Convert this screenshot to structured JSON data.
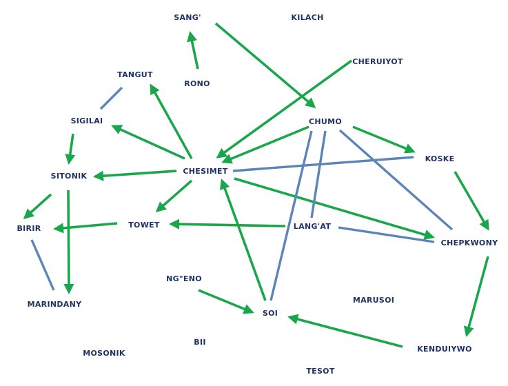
{
  "colors": {
    "directed_edge": "#1aa64a",
    "undirected_edge": "#5b84b8",
    "label": "#1f3264",
    "background": "#ffffff"
  },
  "nodes": [
    {
      "id": "sang",
      "label": "SANG'"
    },
    {
      "id": "kilach",
      "label": "KILACH"
    },
    {
      "id": "cheruiyot",
      "label": "CHERUIYOT"
    },
    {
      "id": "tangut",
      "label": "TANGUT"
    },
    {
      "id": "rono",
      "label": "RONO"
    },
    {
      "id": "sigilai",
      "label": "SIGILAI"
    },
    {
      "id": "chumo",
      "label": "CHUMO"
    },
    {
      "id": "koske",
      "label": "KOSKE"
    },
    {
      "id": "chesimet",
      "label": "CHESIMET"
    },
    {
      "id": "sitonik",
      "label": "SITONIK"
    },
    {
      "id": "birir",
      "label": "BIRIR"
    },
    {
      "id": "towet",
      "label": "TOWET"
    },
    {
      "id": "langat",
      "label": "LANG'AT"
    },
    {
      "id": "chepkwony",
      "label": "CHEPKWONY"
    },
    {
      "id": "ngeno",
      "label": "NG\"ENO"
    },
    {
      "id": "marindany",
      "label": "MARINDANY"
    },
    {
      "id": "marusoi",
      "label": "MARUSOI"
    },
    {
      "id": "soi",
      "label": "SOI"
    },
    {
      "id": "bii",
      "label": "BII"
    },
    {
      "id": "kenduiywo",
      "label": "KENDUIYWO"
    },
    {
      "id": "mosonik",
      "label": "MOSONIK"
    },
    {
      "id": "tesot",
      "label": "TESOT"
    }
  ],
  "edges": [
    {
      "from": "rono",
      "to": "sang",
      "directed": true
    },
    {
      "from": "sang",
      "to": "chumo",
      "directed": true
    },
    {
      "from": "cheruiyot",
      "to": "chesimet",
      "directed": true
    },
    {
      "from": "chumo",
      "to": "chesimet",
      "directed": true
    },
    {
      "from": "chumo",
      "to": "koske",
      "directed": true
    },
    {
      "from": "chesimet",
      "to": "tangut",
      "directed": true
    },
    {
      "from": "chesimet",
      "to": "sigilai",
      "directed": true
    },
    {
      "from": "chesimet",
      "to": "sitonik",
      "directed": true
    },
    {
      "from": "chesimet",
      "to": "towet",
      "directed": true
    },
    {
      "from": "chesimet",
      "to": "chepkwony",
      "directed": true
    },
    {
      "from": "sigilai",
      "to": "sitonik",
      "directed": true
    },
    {
      "from": "sitonik",
      "to": "birir",
      "directed": true
    },
    {
      "from": "sitonik",
      "to": "marindany",
      "directed": true
    },
    {
      "from": "towet",
      "to": "birir",
      "directed": true
    },
    {
      "from": "langat",
      "to": "towet",
      "directed": true
    },
    {
      "from": "koske",
      "to": "chepkwony",
      "directed": true
    },
    {
      "from": "chepkwony",
      "to": "kenduiywo",
      "directed": true
    },
    {
      "from": "kenduiywo",
      "to": "soi",
      "directed": true
    },
    {
      "from": "ngeno",
      "to": "soi",
      "directed": true
    },
    {
      "from": "soi",
      "to": "chesimet",
      "directed": true
    },
    {
      "from": "tangut",
      "to": "sigilai",
      "directed": false
    },
    {
      "from": "birir",
      "to": "marindany",
      "directed": false
    },
    {
      "from": "chesimet",
      "to": "koske",
      "directed": false
    },
    {
      "from": "chumo",
      "to": "chepkwony",
      "directed": false
    },
    {
      "from": "chumo",
      "to": "soi",
      "directed": false
    },
    {
      "from": "chumo",
      "to": "langat",
      "directed": false
    },
    {
      "from": "langat",
      "to": "chepkwony",
      "directed": false
    }
  ]
}
